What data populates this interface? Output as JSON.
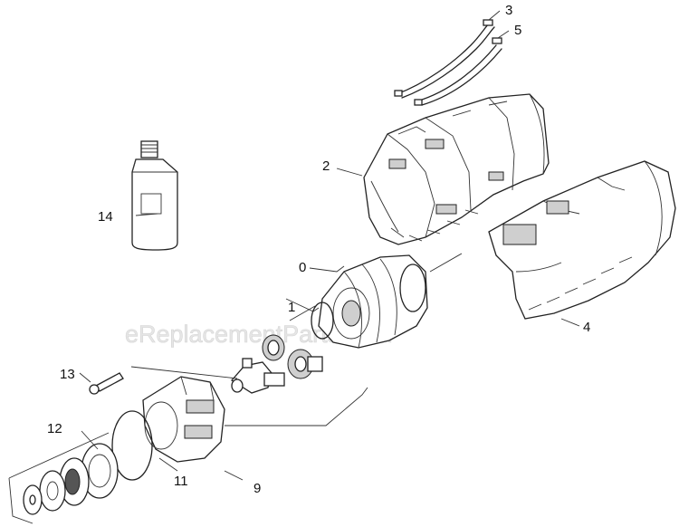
{
  "watermark": "eReplacementParts.com",
  "callouts": [
    {
      "id": "0",
      "text": "0"
    },
    {
      "id": "1",
      "text": "1"
    },
    {
      "id": "2",
      "text": "2"
    },
    {
      "id": "3",
      "text": "3"
    },
    {
      "id": "4",
      "text": "4"
    },
    {
      "id": "5",
      "text": "5"
    },
    {
      "id": "9",
      "text": "9"
    },
    {
      "id": "11",
      "text": "11"
    },
    {
      "id": "12",
      "text": "12"
    },
    {
      "id": "13",
      "text": "13"
    },
    {
      "id": "14",
      "text": "14"
    }
  ]
}
